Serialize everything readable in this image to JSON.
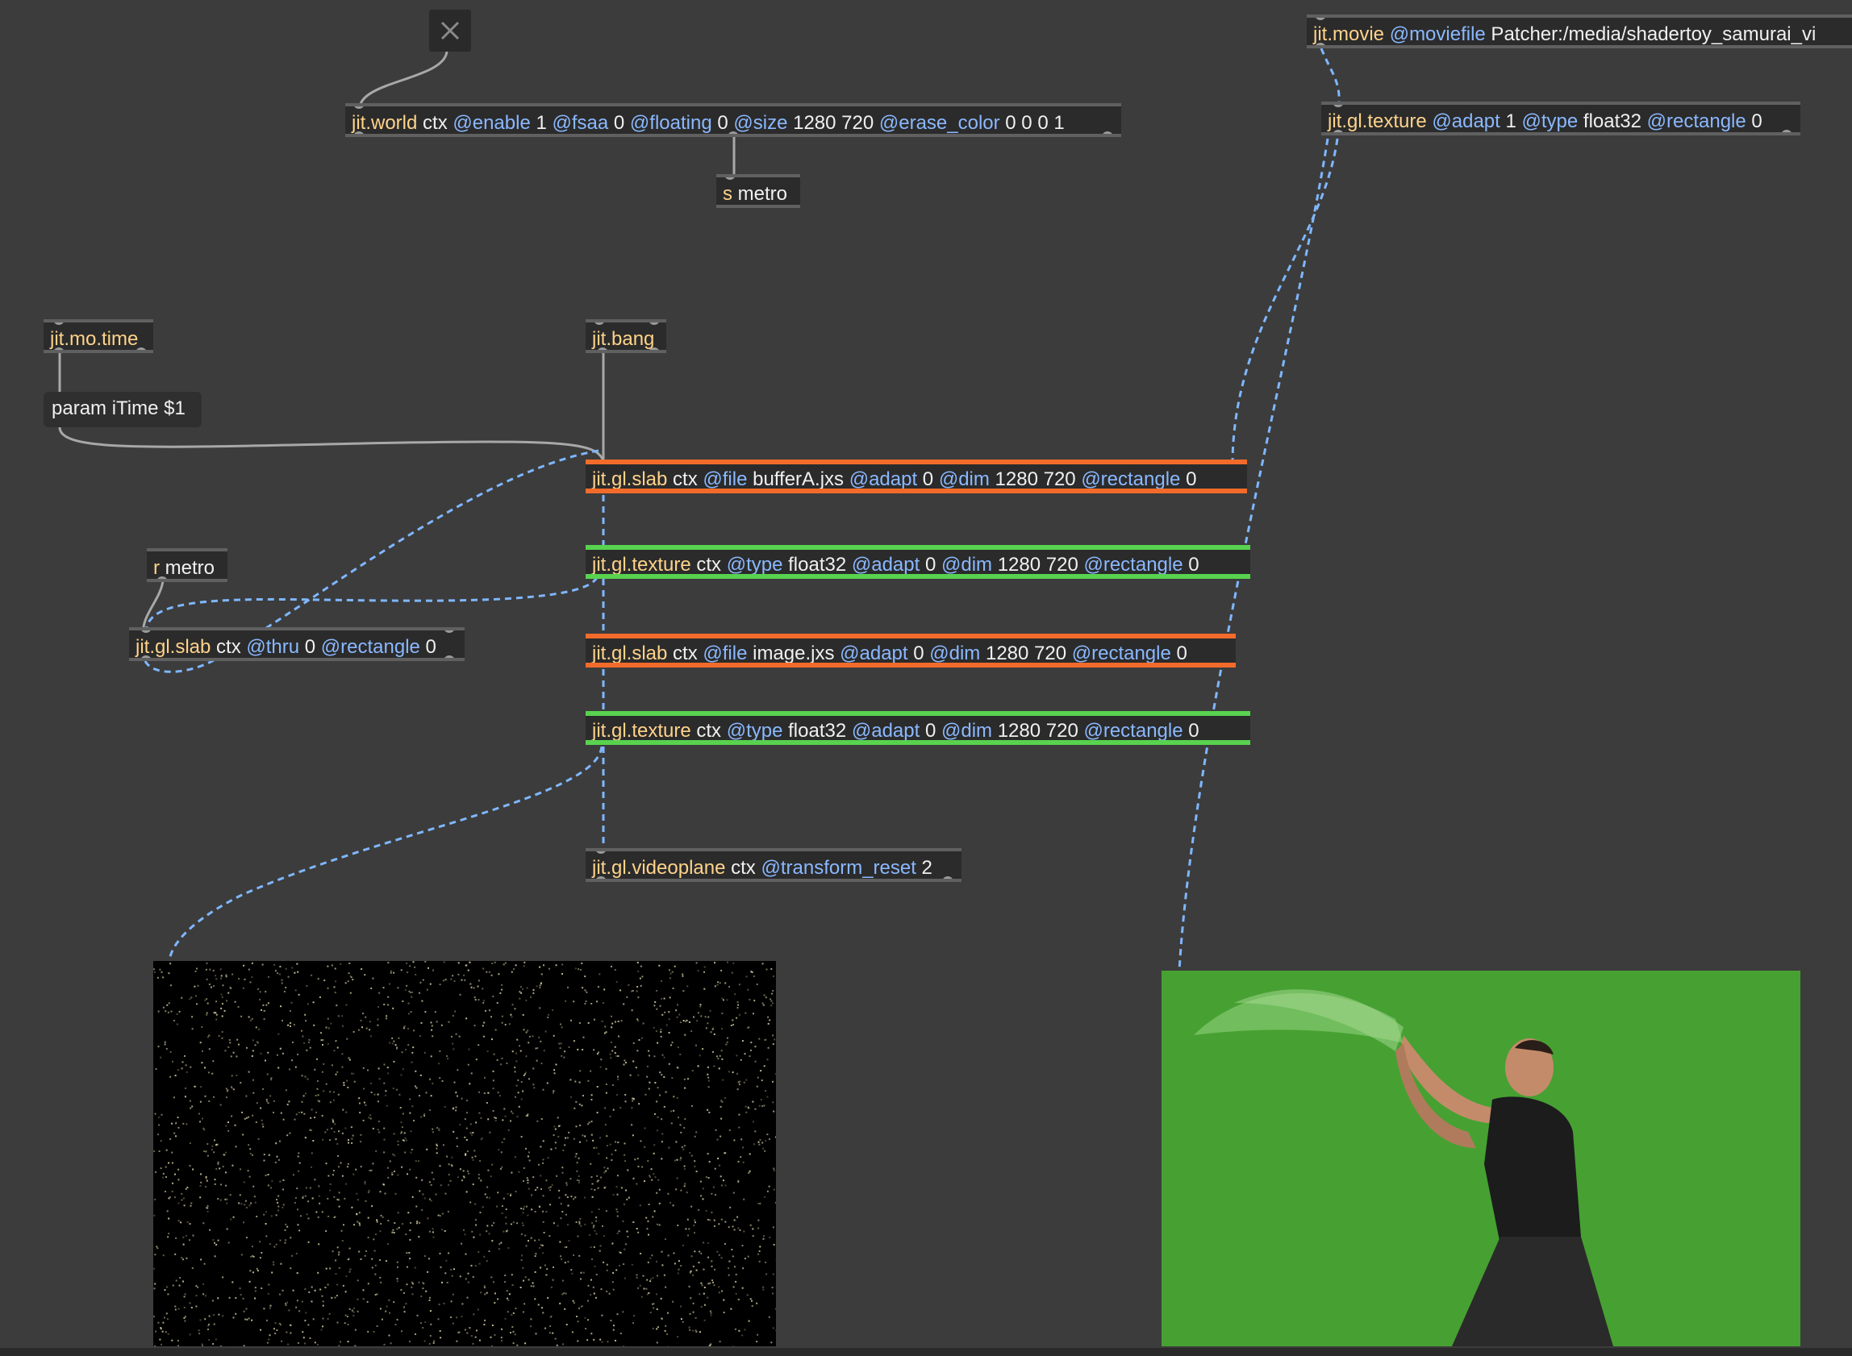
{
  "window": {
    "close_icon": "x-icon"
  },
  "objects": {
    "jit_world": {
      "class": "jit.world",
      "rest": [
        " ctx ",
        "@enable",
        " 1 ",
        "@fsaa",
        " 0 ",
        "@floating",
        " 0 ",
        "@size",
        " 1280 720 ",
        "@erase_color",
        " 0 0 0 1"
      ]
    },
    "s_metro": {
      "text": "s",
      "arg": " metro"
    },
    "jit_movie": {
      "class": "jit.movie",
      "rest": [
        " ",
        "@moviefile",
        " Patcher:/media/shadertoy_samurai_vi"
      ]
    },
    "jit_gl_texture_movie": {
      "class": "jit.gl.texture",
      "rest": [
        " ",
        "@adapt",
        " 1 ",
        "@type",
        " float32 ",
        "@rectangle",
        " 0"
      ]
    },
    "jit_mo_time": {
      "class": "jit.mo.time"
    },
    "jit_bang": {
      "class": "jit.bang"
    },
    "param_msg": {
      "text": "param iTime $1"
    },
    "slab_bufferA": {
      "class": "jit.gl.slab",
      "rest": [
        " ctx ",
        "@file",
        " bufferA.jxs ",
        "@adapt",
        " 0 ",
        "@dim",
        " 1280 720 ",
        "@rectangle",
        " 0"
      ]
    },
    "texture_a": {
      "class": "jit.gl.texture",
      "rest": [
        " ctx ",
        "@type",
        " float32 ",
        "@adapt",
        " 0 ",
        "@dim",
        " 1280 720 ",
        "@rectangle",
        " 0"
      ]
    },
    "r_metro": {
      "text": "r",
      "arg": " metro"
    },
    "slab_thru": {
      "class": "jit.gl.slab",
      "rest": [
        " ctx ",
        "@thru",
        " 0 ",
        "@rectangle",
        " 0"
      ]
    },
    "slab_image": {
      "class": "jit.gl.slab",
      "rest": [
        " ctx ",
        "@file",
        " image.jxs ",
        "@adapt",
        " 0 ",
        "@dim",
        " 1280 720 ",
        "@rectangle",
        " 0"
      ]
    },
    "texture_b": {
      "class": "jit.gl.texture",
      "rest": [
        " ctx ",
        "@type",
        " float32 ",
        "@adapt",
        " 0 ",
        "@dim",
        " 1280 720 ",
        "@rectangle",
        " 0"
      ]
    },
    "videoplane": {
      "class": "jit.gl.videoplane",
      "rest": [
        " ctx ",
        "@transform_reset",
        " 2"
      ]
    }
  },
  "previews": {
    "left": {
      "background": "#000000",
      "dot_color": "#d8cfa4"
    },
    "right": {
      "background": "#46a132"
    }
  },
  "colors": {
    "patch_cord": "#a8a8a8",
    "gl_cord": "#7fb7ff",
    "slab_border": "#f26b2a",
    "texture_border": "#58d24f"
  }
}
